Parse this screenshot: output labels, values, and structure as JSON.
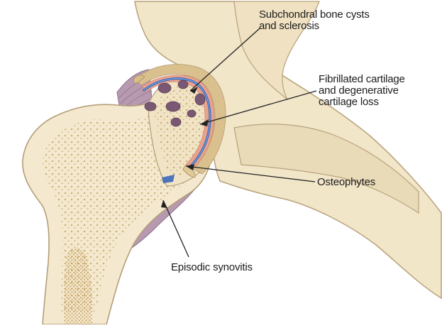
{
  "diagram": {
    "labels": [
      {
        "id": "cysts",
        "lines": [
          "Subchondral bone cysts",
          "and sclerosis"
        ]
      },
      {
        "id": "cartilage",
        "lines": [
          "Fibrillated cartilage",
          "and degenerative",
          "cartilage loss"
        ]
      },
      {
        "id": "osteophytes",
        "lines": [
          "Osteophytes"
        ]
      },
      {
        "id": "synovitis",
        "lines": [
          "Episodic synovitis"
        ]
      }
    ],
    "colors": {
      "bone": "#f3e8cd",
      "bone_outline": "#b9a57f",
      "trabecular": "#e6cf9a",
      "marrow_dots": "#cfae6a",
      "cartilage": "#e9a58f",
      "cartilage_blue": "#3a6fc0",
      "cysts": "#7b5a73",
      "synovium": "#a98fa8",
      "leader_lines": "#222222"
    }
  }
}
